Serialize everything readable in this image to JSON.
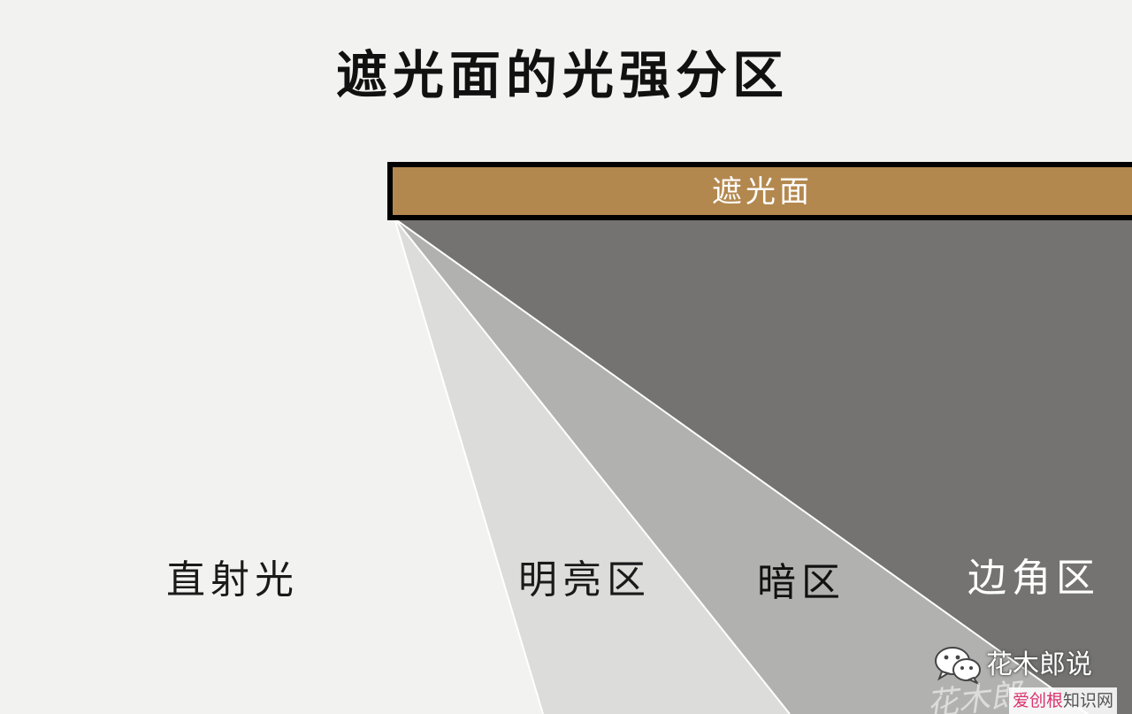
{
  "title": "遮光面的光强分区",
  "shade": {
    "label": "遮光面"
  },
  "zones": {
    "direct": "直射光",
    "bright": "明亮区",
    "dark": "暗区",
    "corner": "边角区"
  },
  "watermark": {
    "account": "花木郎说",
    "script": "花木郎",
    "site_part1": "爱创根",
    "site_part2": "知识网"
  },
  "colors": {
    "background": "#f2f2f0",
    "shade_bar": "#b3884f",
    "shade_border": "#000000",
    "direct_light": "#f2f2f0",
    "bright_zone": "#dcdcda",
    "dark_zone": "#b1b1b0",
    "corner_zone": "#747372",
    "divider": "#ffffff"
  },
  "icons": {
    "watermark_icon": "wechat-icon"
  }
}
